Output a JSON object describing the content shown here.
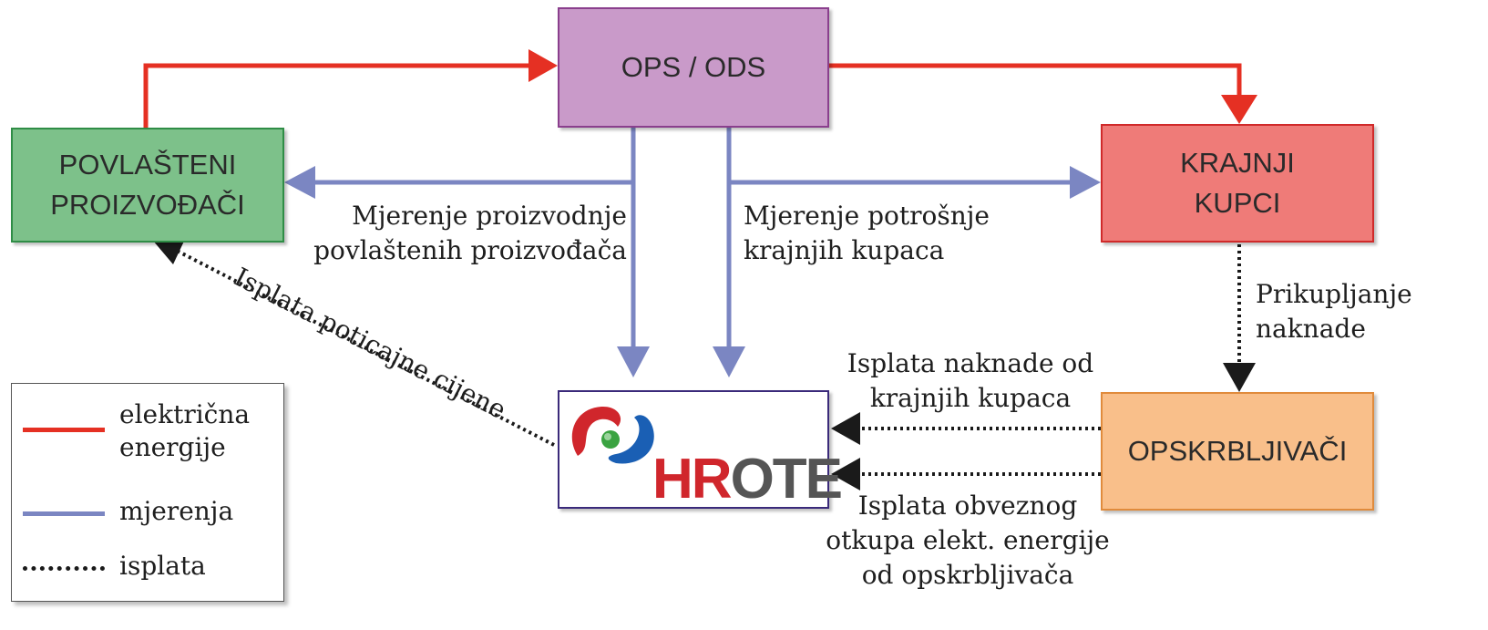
{
  "colors": {
    "electric": "#e53023",
    "measure": "#7b86c2",
    "payment": "#1a1a1a",
    "ops_fill": "#c99ac9",
    "ops_border": "#8a3f8d",
    "producers_fill": "#7dc18a",
    "producers_border": "#2f8d46",
    "customers_fill": "#ef7b78",
    "customers_border": "#d02a2a",
    "suppliers_fill": "#f9bf8a",
    "suppliers_border": "#e08b3c",
    "hrote_border": "#3a2a7a",
    "hrote_red": "#d0262c",
    "hrote_gray": "#555555",
    "hrote_blue": "#1a5fb4",
    "hrote_green": "#3aa341"
  },
  "boxes": {
    "ops": "OPS / ODS",
    "producers": "POVLAŠTENI\nPROIZVOĐAČI",
    "customers": "KRAJNJI\nKUPCI",
    "suppliers": "OPSKRBLJIVAČI"
  },
  "logo": {
    "text_red": "HR",
    "text_gray": "OTE"
  },
  "labels": {
    "measure_production": "Mjerenje proizvodnje\npovlaštenih proizvođača",
    "measure_consumption": "Mjerenje potrošnje\nkrajnjih kupaca",
    "fee_collection": "Prikupljanje\nnaknade",
    "fee_payment": "Isplata naknade od\nkrajnjih kupaca",
    "purchase_payment": "Isplata obveznog\notkupa elekt. energije\nod opskrbljivača",
    "incentive_payment": "Isplata poticajne cijene"
  },
  "legend": [
    {
      "type": "electric",
      "label": "električna\nenergije"
    },
    {
      "type": "measure",
      "label": "mjerenja"
    },
    {
      "type": "payment",
      "label": "isplata"
    }
  ]
}
